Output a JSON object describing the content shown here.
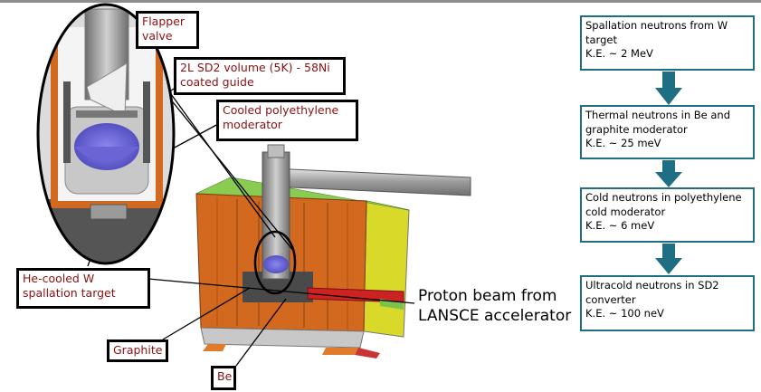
{
  "labels": {
    "flapper_valve": "Flapper\nvalve",
    "sd2_volume": "2L SD2 volume (5K) - 58Ni\ncoated guide",
    "polyethylene_moderator": "Cooled polyethylene\nmoderator",
    "w_target": "He-cooled W\nspallation target",
    "graphite": "Graphite",
    "be": "Be"
  },
  "proton_beam": "Proton beam from\nLANSCE accelerator",
  "flow_steps": [
    "Spallation neutrons from W\ntarget\nK.E. ~ 2 MeV",
    "Thermal neutrons in Be and\ngraphite moderator\nK.E. ~ 25 meV",
    "Cold neutrons in polyethylene\ncold moderator\nK.E. ~ 6 meV",
    "Ultracold neutrons in SD2\nconverter\nK.E. ~ 100 neV"
  ],
  "colors": {
    "arrow": "#1e6e84",
    "label_text": "#8b1111",
    "orange": "#d2691e",
    "green": "#7cc34a",
    "yellow": "#d9d92a",
    "beam": "#cc2222"
  }
}
